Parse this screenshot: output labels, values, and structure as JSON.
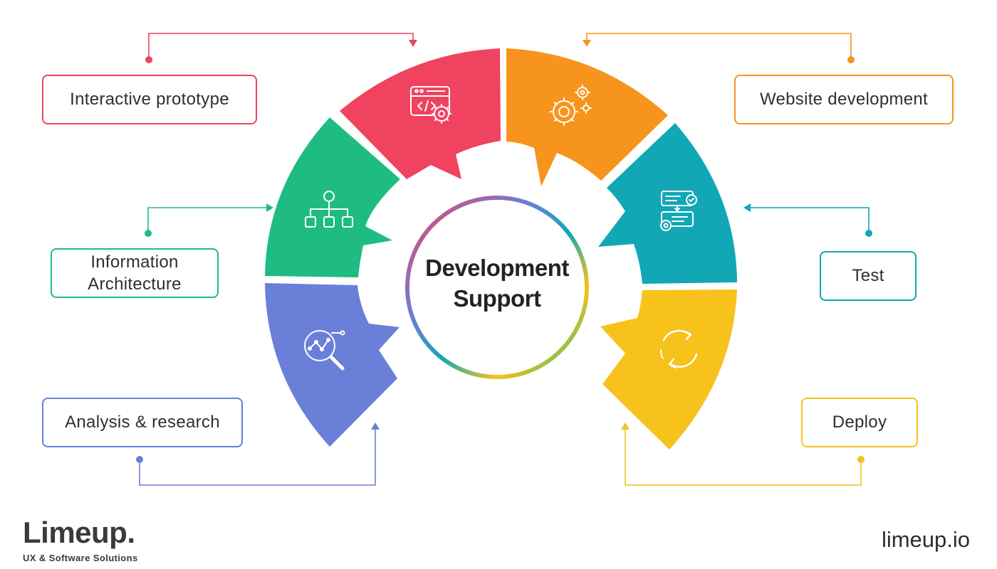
{
  "center": {
    "line1": "Development",
    "line2": "Support"
  },
  "segments": [
    {
      "id": "analysis",
      "label": "Analysis & research",
      "color": "#6a7fd8",
      "icon": "magnifier-chart-icon"
    },
    {
      "id": "ia",
      "label": "Information\nArchitecture",
      "color": "#1ebc82",
      "icon": "sitemap-icon"
    },
    {
      "id": "prototype",
      "label": "Interactive prototype",
      "color": "#f0435f",
      "icon": "code-window-gear-icon"
    },
    {
      "id": "website",
      "label": "Website development",
      "color": "#f7941d",
      "icon": "gears-icon"
    },
    {
      "id": "test",
      "label": "Test",
      "color": "#12a7b5",
      "icon": "checklist-gear-icon"
    },
    {
      "id": "deploy",
      "label": "Deploy",
      "color": "#f7c21c",
      "icon": "refresh-cycle-icon"
    }
  ],
  "brand": {
    "name": "Limeup.",
    "tagline": "UX & Software Solutions",
    "url": "limeup.io"
  }
}
